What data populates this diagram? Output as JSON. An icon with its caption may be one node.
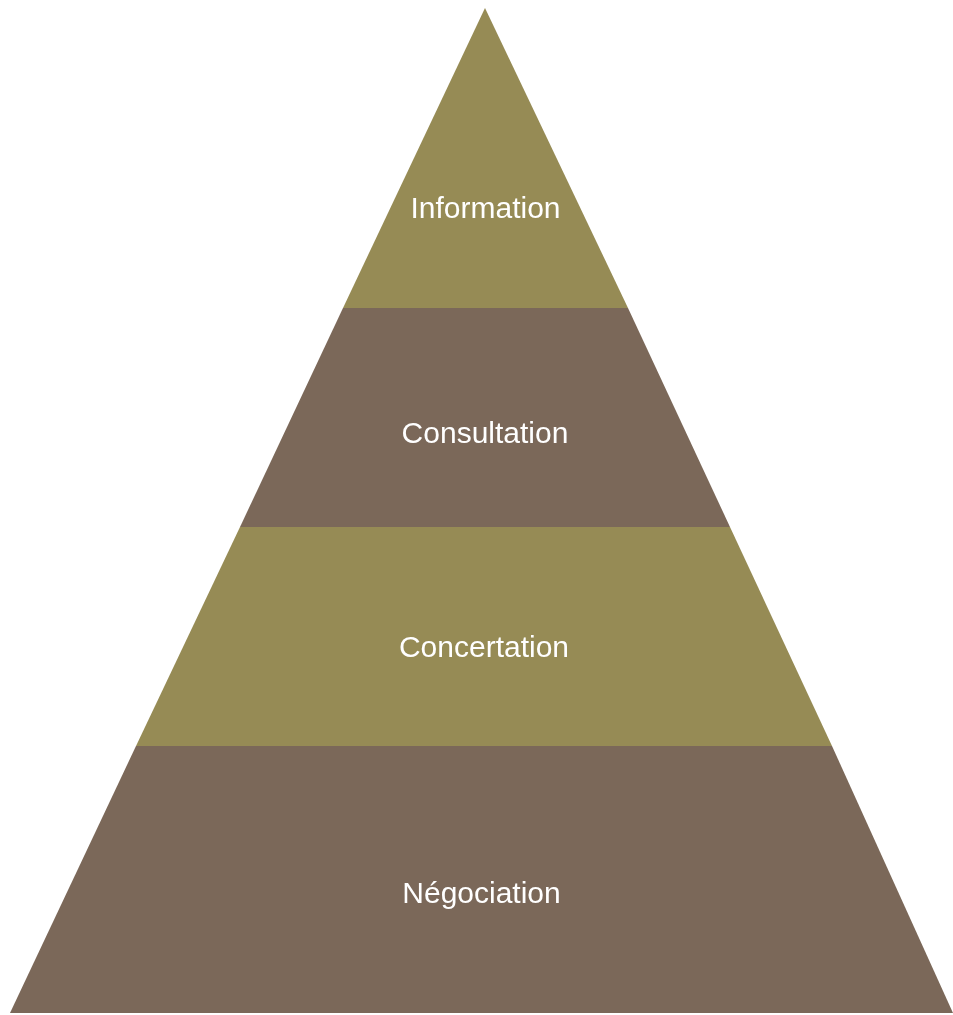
{
  "diagram": {
    "nodes": [
      {
        "text": [
          "Information"
        ]
      },
      {
        "text": [
          "Consultation"
        ]
      },
      {
        "text": [
          "Concertation"
        ]
      },
      {
        "text": [
          "Négociation"
        ]
      }
    ]
  }
}
